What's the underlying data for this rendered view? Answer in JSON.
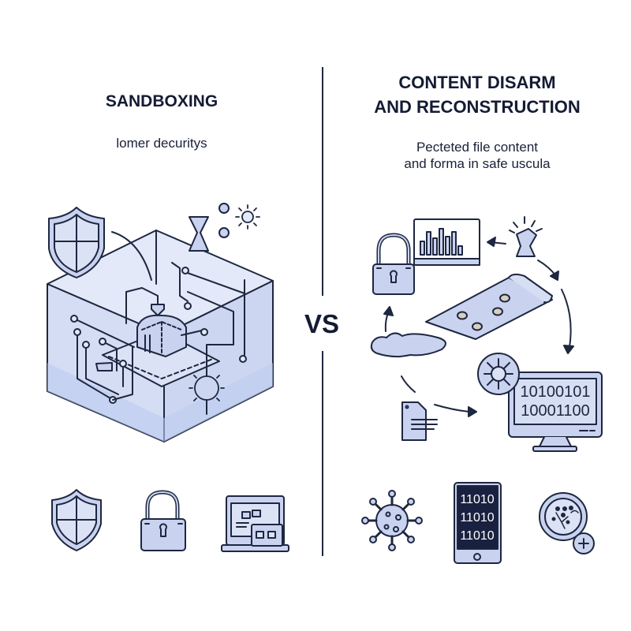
{
  "left": {
    "title": "SANDBOXING",
    "subtitle": "lomer decuritys",
    "illustration": "isolated-sandbox-box",
    "bottom_icons": [
      "shield-icon",
      "padlock-icon",
      "laptop-windows-icon"
    ]
  },
  "right": {
    "title_line1": "CONTENT DISARM",
    "title_line2": "AND RECONSTRUCTION",
    "subtitle_line1": "Pecteted file content",
    "subtitle_line2": "and forma in safe uscula",
    "illustration": "cdr-cycle",
    "monitor_binary_line1": "10100101",
    "monitor_binary_line2": "10001100",
    "phone_binary": [
      "11010",
      "11010",
      "11010"
    ],
    "bottom_icons": [
      "virus-icon",
      "phone-binary-icon",
      "magnifier-plus-icon"
    ]
  },
  "center": {
    "vs_label": "VS"
  },
  "colors": {
    "ink": "#1e2740",
    "fill": "#c9d3ef",
    "fill_light": "#dfe5f6",
    "box_fill": "#d3dcf3",
    "accent_dot": "#d9cfc0"
  }
}
